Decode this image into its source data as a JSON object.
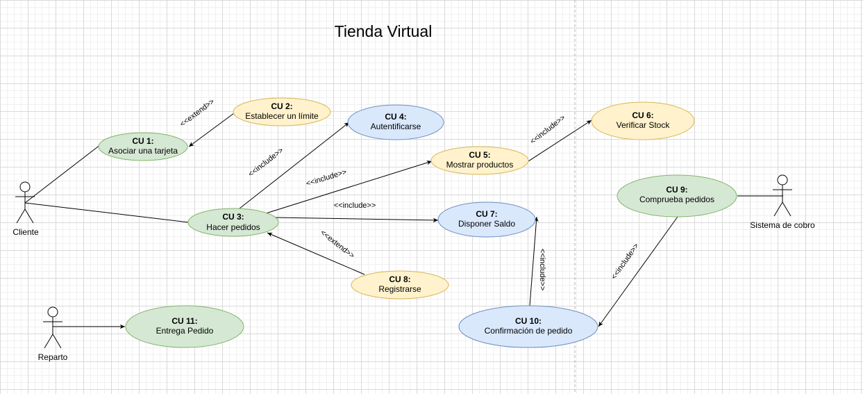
{
  "diagram_title": "Tienda Virtual",
  "colors": {
    "green_fill": "#d5e8d4",
    "green_stroke": "#82b366",
    "yellow_fill": "#fff2cc",
    "yellow_stroke": "#d6b656",
    "blue_fill": "#dae8fc",
    "blue_stroke": "#6c8ebf"
  },
  "actors": [
    {
      "id": "cliente",
      "label": "Cliente"
    },
    {
      "id": "reparto",
      "label": "Reparto"
    },
    {
      "id": "cobro",
      "label": "Sistema de cobro"
    }
  ],
  "use_cases": [
    {
      "id": "cu1",
      "title": "CU 1:",
      "name": "Asociar una tarjeta",
      "color": "green"
    },
    {
      "id": "cu2",
      "title": "CU 2:",
      "name": "Establecer un límite",
      "color": "yellow"
    },
    {
      "id": "cu3",
      "title": "CU 3:",
      "name": "Hacer pedidos",
      "color": "green"
    },
    {
      "id": "cu4",
      "title": "CU 4:",
      "name": "Autentificarse",
      "color": "blue"
    },
    {
      "id": "cu5",
      "title": "CU 5:",
      "name": "Mostrar productos",
      "color": "yellow"
    },
    {
      "id": "cu6",
      "title": "CU 6:",
      "name": "Verificar Stock",
      "color": "yellow"
    },
    {
      "id": "cu7",
      "title": "CU 7:",
      "name": "Disponer Saldo",
      "color": "blue"
    },
    {
      "id": "cu8",
      "title": "CU 8:",
      "name": "Registrarse",
      "color": "yellow"
    },
    {
      "id": "cu9",
      "title": "CU 9:",
      "name": "Comprueba pedidos",
      "color": "green"
    },
    {
      "id": "cu10",
      "title": "CU 10:",
      "name": "Confirmación de pedido",
      "color": "blue"
    },
    {
      "id": "cu11",
      "title": "CU 11:",
      "name": "Entrega Pedido",
      "color": "green"
    }
  ],
  "relations": [
    {
      "id": "r-cu2-cu1",
      "label": "<<extend>>"
    },
    {
      "id": "r-cu3-cu4",
      "label": "<<include>>"
    },
    {
      "id": "r-cu3-cu5",
      "label": "<<include>>"
    },
    {
      "id": "r-cu3-cu7",
      "label": "<<include>>"
    },
    {
      "id": "r-cu8-cu3",
      "label": "<<extend>>"
    },
    {
      "id": "r-cu5-cu6",
      "label": "<<include>>"
    },
    {
      "id": "r-cu10-cu7",
      "label": "<<include>>"
    },
    {
      "id": "r-cu9-cu10",
      "label": "<<include>>"
    }
  ]
}
